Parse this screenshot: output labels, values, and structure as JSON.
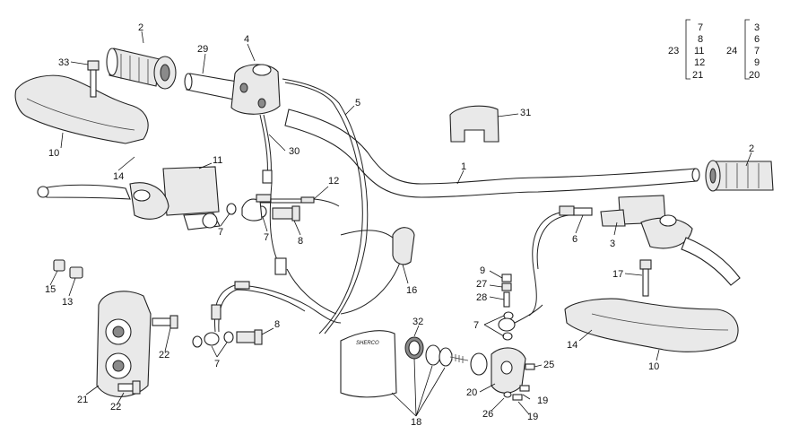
{
  "labels": {
    "n1": "1",
    "n2a": "2",
    "n2b": "2",
    "n3": "3",
    "n4": "4",
    "n5": "5",
    "n6": "6",
    "n7a": "7",
    "n7b": "7",
    "n7c": "7",
    "n7d": "7",
    "n8a": "8",
    "n8b": "8",
    "n9": "9",
    "n10a": "10",
    "n10b": "10",
    "n11": "11",
    "n12": "12",
    "n13": "13",
    "n14a": "14",
    "n14b": "14",
    "n15": "15",
    "n16": "16",
    "n17": "17",
    "n18": "18",
    "n19a": "19",
    "n19b": "19",
    "n20": "20",
    "n21": "21",
    "n22a": "22",
    "n22b": "22",
    "n25": "25",
    "n26": "26",
    "n27": "27",
    "n28": "28",
    "n29": "29",
    "n30": "30",
    "n31": "31",
    "n32": "32",
    "n33": "33"
  },
  "kit23": {
    "label": "23",
    "items": [
      "7",
      "8",
      "11",
      "12",
      "21"
    ]
  },
  "kit24": {
    "label": "24",
    "items": [
      "3",
      "6",
      "7",
      "9",
      "20"
    ]
  },
  "logo_text": "SHERCO"
}
